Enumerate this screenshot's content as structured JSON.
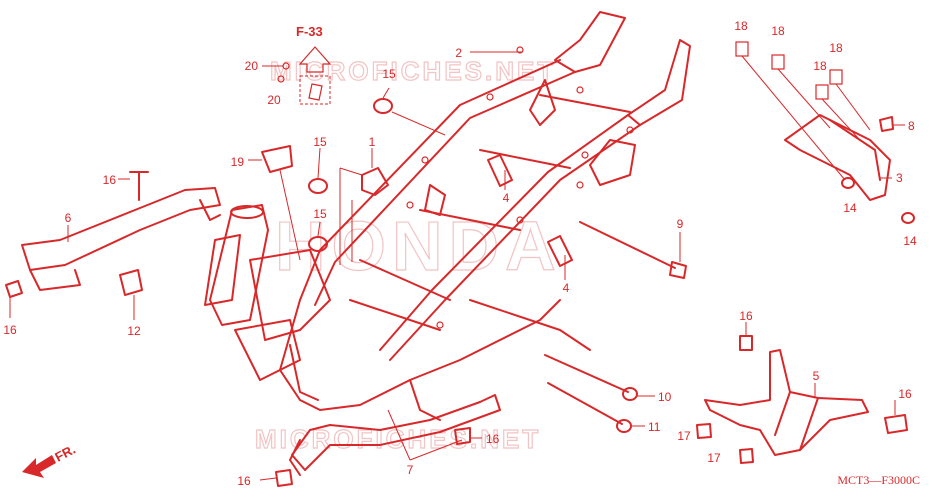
{
  "diagram": {
    "reference": "F-33",
    "watermark_top": "MICROFICHES.NET",
    "watermark_center": "HONDA",
    "watermark_bottom": "MICROFICHES.NET",
    "front_label": "FR.",
    "code": "MCT3—F3000C",
    "callouts": {
      "c1": "1",
      "c2": "2",
      "c3": "3",
      "c4a": "4",
      "c4b": "4",
      "c5": "5",
      "c6": "6",
      "c7": "7",
      "c8": "8",
      "c9": "9",
      "c10": "10",
      "c11": "11",
      "c12": "12",
      "c14a": "14",
      "c14b": "14",
      "c15a": "15",
      "c15b": "15",
      "c15c": "15",
      "c16a": "16",
      "c16b": "16",
      "c16c": "16",
      "c16d": "16",
      "c16e": "16",
      "c16f": "16",
      "c17a": "17",
      "c17b": "17",
      "c18a": "18",
      "c18b": "18",
      "c18c": "18",
      "c18d": "18",
      "c19": "19",
      "c20a": "20",
      "c20b": "20"
    }
  }
}
